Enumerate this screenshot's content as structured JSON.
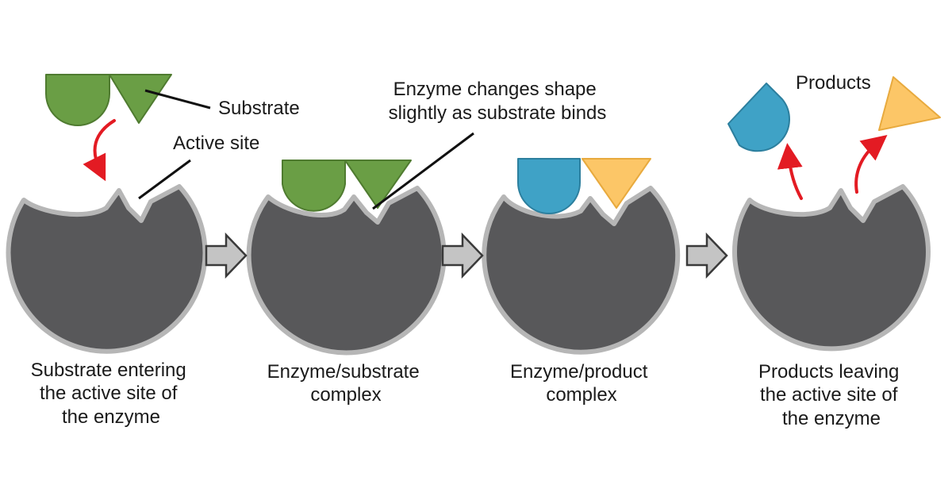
{
  "colors": {
    "enzyme_fill": "#58585a",
    "enzyme_outline": "#b6b6b6",
    "substrate_green": "#6a9e45",
    "substrate_stroke": "#4f7b30",
    "product_blue": "#3fa2c6",
    "product_blue_stroke": "#2c7f9e",
    "product_yellow": "#fcc667",
    "product_yellow_stroke": "#e8aa3e",
    "curved_arrow": "#e31b23",
    "step_arrow_fill": "#c4c4c4",
    "step_arrow_stroke": "#3a3a3a",
    "pointer_line": "#111111",
    "text": "#1a1a1a"
  },
  "labels": {
    "substrate": "Substrate",
    "active_site": "Active site",
    "enzyme_changes_line1": "Enzyme changes shape",
    "enzyme_changes_line2": "slightly as substrate binds",
    "products": "Products"
  },
  "steps": [
    {
      "caption": [
        "Substrate entering",
        "the active site of",
        "the enzyme"
      ]
    },
    {
      "caption": [
        "Enzyme/substrate",
        "complex"
      ]
    },
    {
      "caption": [
        "Enzyme/product",
        "complex"
      ]
    },
    {
      "caption": [
        "Products leaving",
        "the active site of",
        "the enzyme"
      ]
    }
  ]
}
